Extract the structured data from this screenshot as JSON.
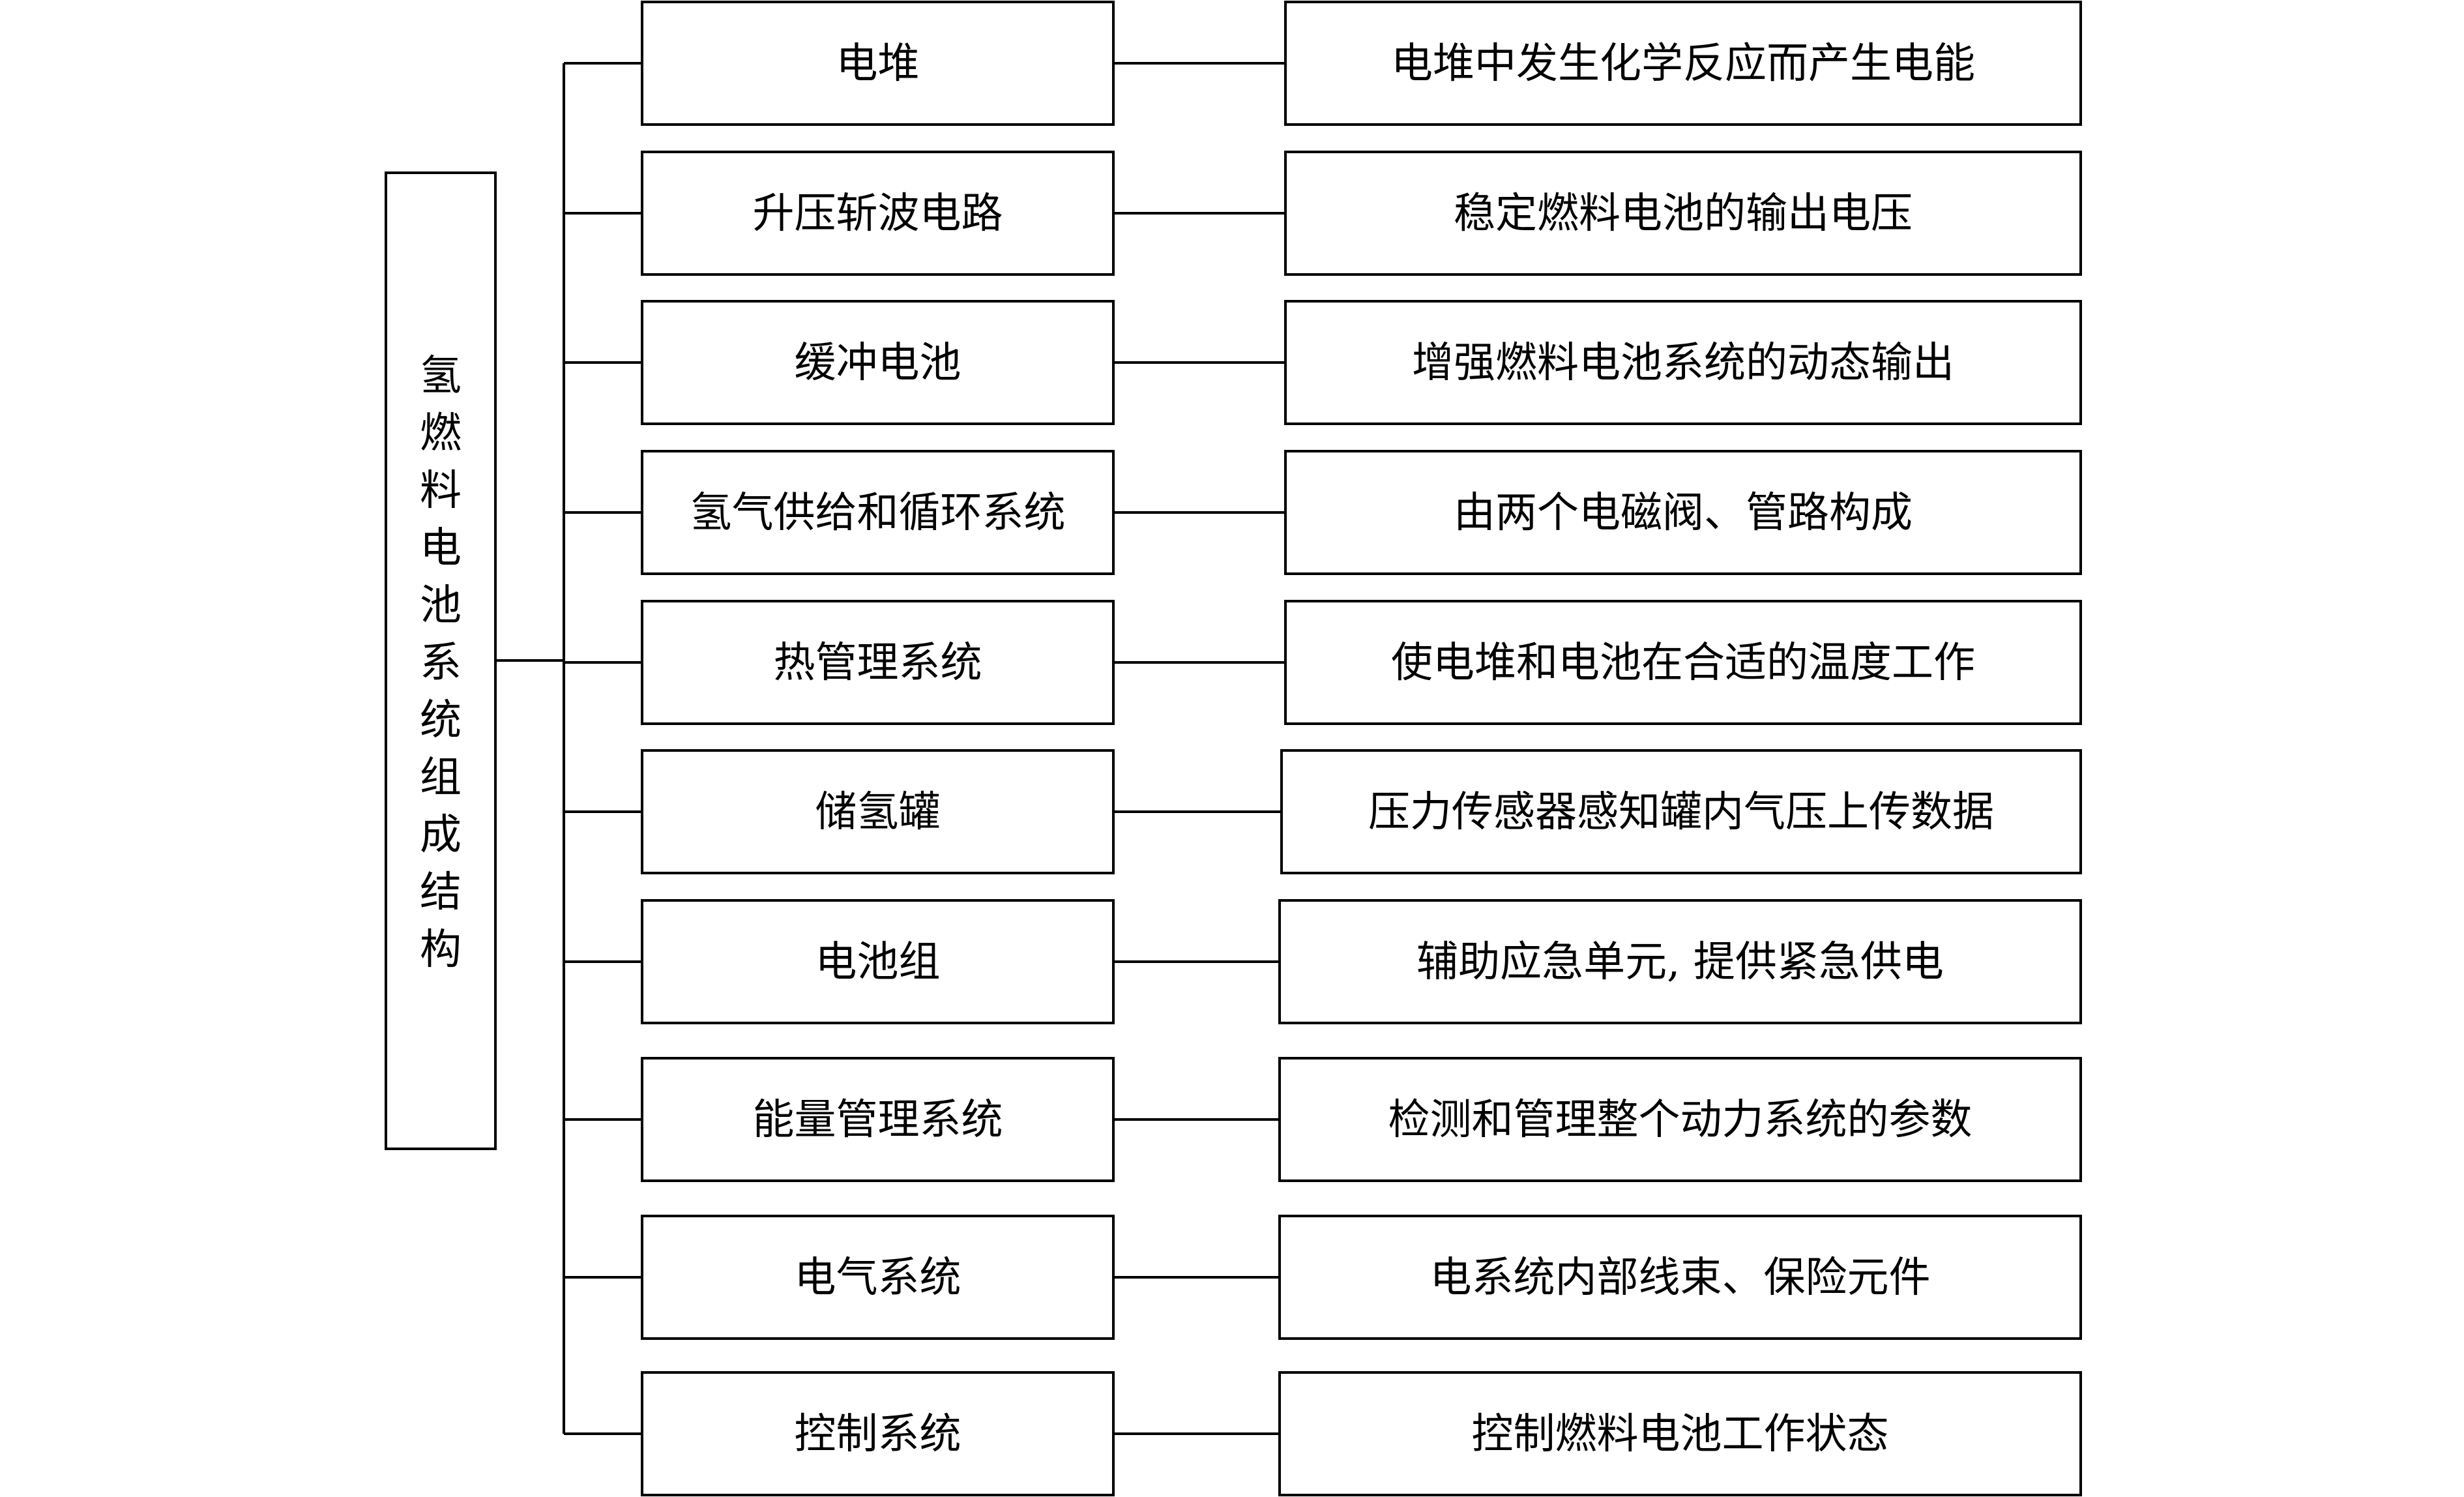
{
  "root": {
    "label": "氢燃料电池系统组成结构"
  },
  "items": [
    {
      "component": "电堆",
      "description": "电堆中发生化学反应而产生电能"
    },
    {
      "component": "升压斩波电路",
      "description": "稳定燃料电池的输出电压"
    },
    {
      "component": "缓冲电池",
      "description": "增强燃料电池系统的动态输出"
    },
    {
      "component": "氢气供给和循环系统",
      "description": "由两个电磁阀、管路构成"
    },
    {
      "component": "热管理系统",
      "description": "使电堆和电池在合适的温度工作"
    },
    {
      "component": "储氢罐",
      "description": "压力传感器感知罐内气压上传数据"
    },
    {
      "component": "电池组",
      "description": "辅助应急单元, 提供紧急供电"
    },
    {
      "component": "能量管理系统",
      "description": "检测和管理整个动力系统的参数"
    },
    {
      "component": "电气系统",
      "description": "电系统内部线束、保险元件"
    },
    {
      "component": "控制系统",
      "description": "控制燃料电池工作状态"
    }
  ]
}
